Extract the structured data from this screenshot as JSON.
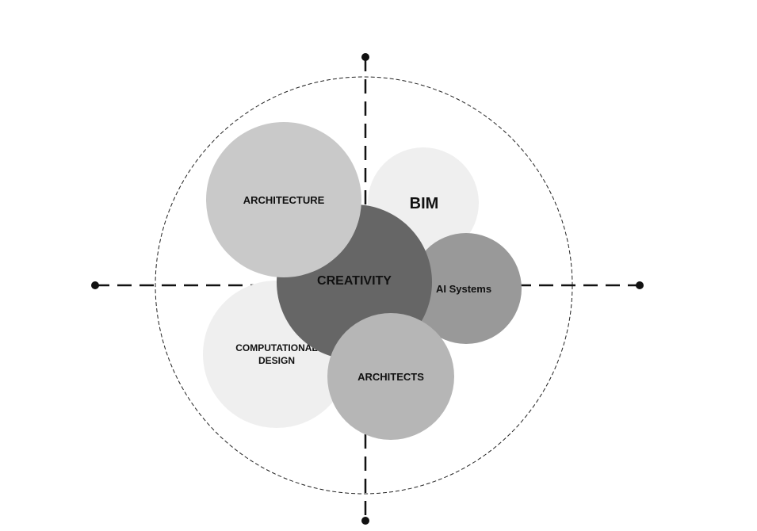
{
  "nodes": {
    "architecture": {
      "label": "ARCHITECTURE",
      "fill": "#c9c9c9"
    },
    "bim": {
      "label": "BIM",
      "fill": "#efefef"
    },
    "ai_systems": {
      "label": "AI Systems",
      "fill": "#999999"
    },
    "computational_design": {
      "line1": "COMPUTATIONAL",
      "line2": "DESIGN",
      "fill": "#efefef"
    },
    "creativity": {
      "label": "CREATIVITY",
      "fill": "#666666"
    },
    "architects": {
      "label": "ARCHITECTS",
      "fill": "#b6b6b6"
    }
  }
}
